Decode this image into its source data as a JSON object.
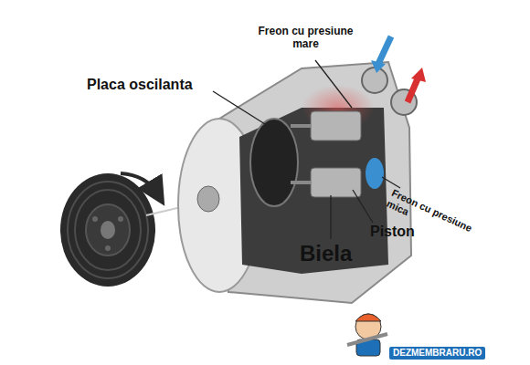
{
  "diagram": {
    "labels": [
      "Freon cu presiune mare",
      "Placa oscilanta",
      "Freon cu presiune mica",
      "Piston",
      "Biela",
      "DEZMEMBRARU.RO"
    ]
  }
}
